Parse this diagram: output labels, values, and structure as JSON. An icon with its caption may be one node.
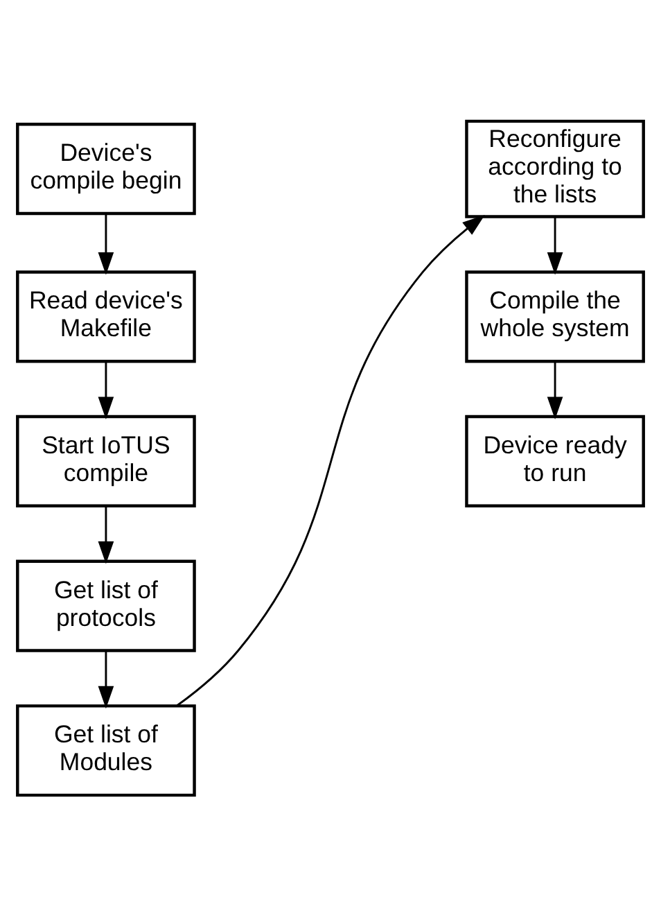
{
  "diagram": {
    "nodes": [
      {
        "text": [
          "Device's compile begin"
        ]
      },
      {
        "text": [
          "Read device's Makefile"
        ]
      },
      {
        "text": [
          "Start IoTUS compile"
        ]
      },
      {
        "text": [
          "Get list of protocols"
        ]
      },
      {
        "text": [
          "Get list of Modules"
        ]
      },
      {
        "text": [
          "Reconfigure according to the lists"
        ]
      },
      {
        "text": [
          "Compile the whole system"
        ]
      },
      {
        "text": [
          "Device ready to run"
        ]
      }
    ],
    "edges": [
      {
        "from": 0,
        "to": 1,
        "arrow": "to"
      },
      {
        "from": 1,
        "to": 2,
        "arrow": "to"
      },
      {
        "from": 2,
        "to": 3,
        "arrow": "to"
      },
      {
        "from": 3,
        "to": 4,
        "arrow": "to"
      },
      {
        "from": 4,
        "to": 5,
        "arrow": "to"
      },
      {
        "from": 5,
        "to": 6,
        "arrow": "to"
      },
      {
        "from": 6,
        "to": 7,
        "arrow": "to"
      }
    ]
  }
}
